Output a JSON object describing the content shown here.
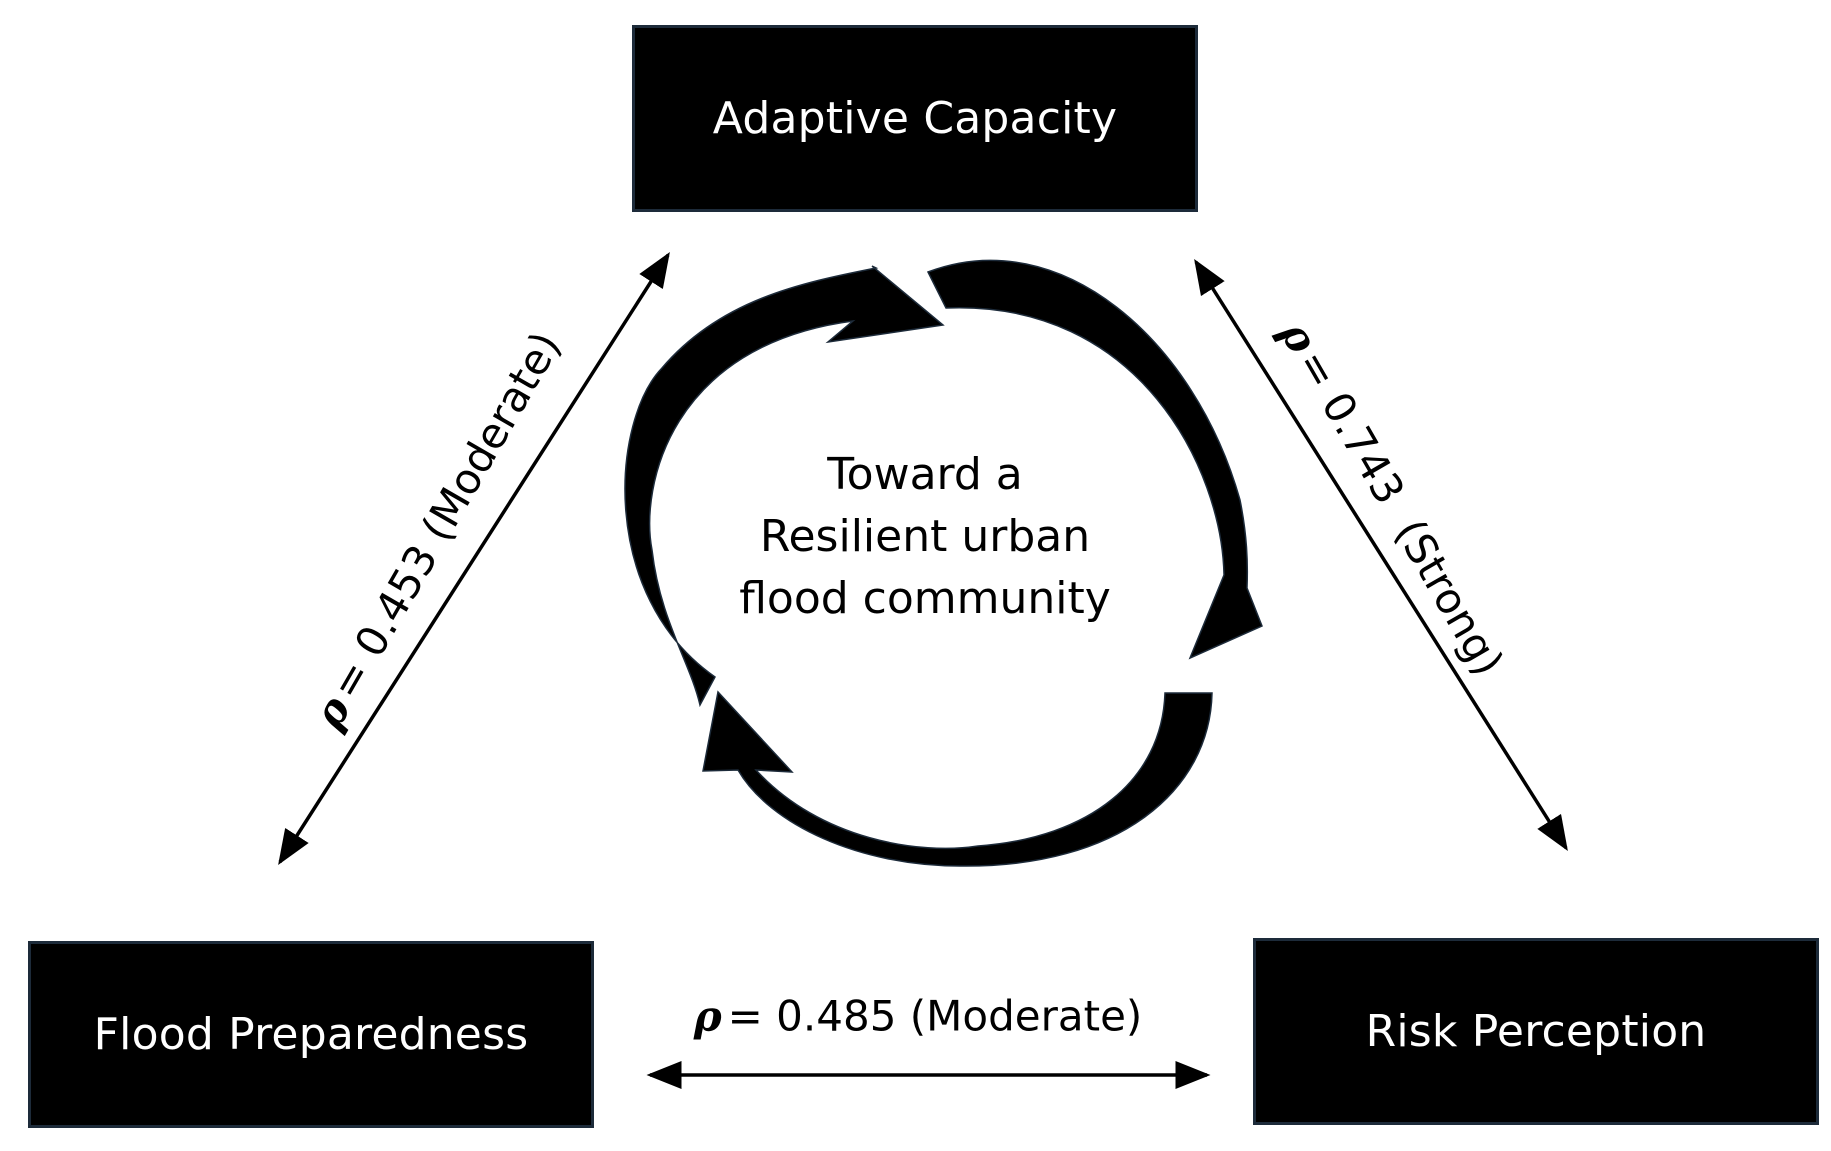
{
  "nodes": {
    "adaptive_capacity": "Adaptive Capacity",
    "flood_preparedness": "Flood Preparedness",
    "risk_perception": "Risk Perception"
  },
  "relations": {
    "ac_fp": {
      "symbol": "ρ",
      "text": "= 0.453 (Moderate)"
    },
    "ac_rp": {
      "symbol": "ρ",
      "text": "= 0.743  (Strong)"
    },
    "fp_rp": {
      "symbol": "ρ",
      "text": "= 0.485 (Moderate)"
    }
  },
  "center": {
    "line1": "Toward a",
    "line2": "Resilient urban",
    "line3": "flood community"
  },
  "colors": {
    "box_fill": "#000000",
    "box_border": "#1d2b3a",
    "box_text": "#ffffff",
    "cycle_arrow": "#000000",
    "text": "#000000"
  }
}
